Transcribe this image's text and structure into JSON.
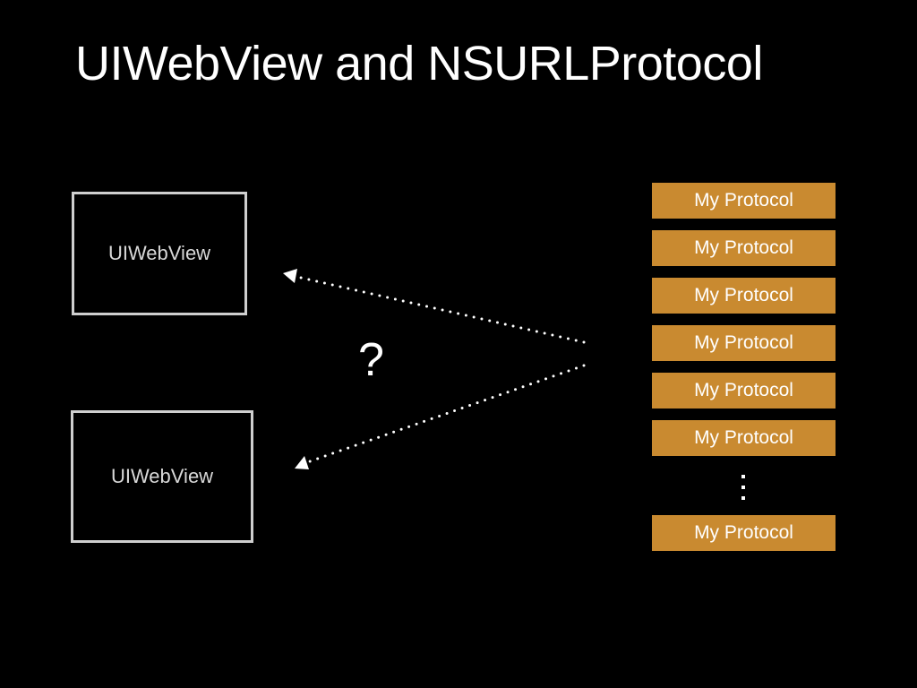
{
  "title": "UIWebView and NSURLProtocol",
  "webviews": [
    {
      "label": "UIWebView"
    },
    {
      "label": "UIWebView"
    }
  ],
  "question_mark": "?",
  "protocols": [
    {
      "label": "My Protocol"
    },
    {
      "label": "My Protocol"
    },
    {
      "label": "My Protocol"
    },
    {
      "label": "My Protocol"
    },
    {
      "label": "My Protocol"
    },
    {
      "label": "My Protocol"
    },
    {
      "label": "My Protocol"
    }
  ],
  "colors": {
    "background": "#000000",
    "protocol_fill": "#c98a30",
    "webview_border": "#cfcfcf",
    "text": "#ffffff"
  }
}
